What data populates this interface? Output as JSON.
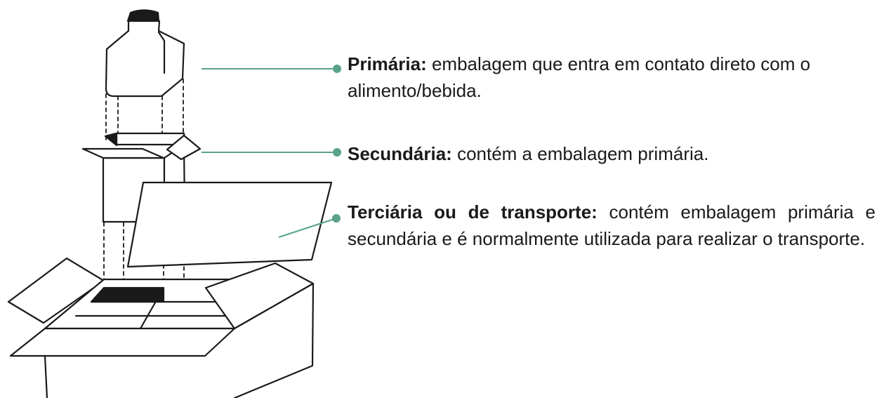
{
  "colors": {
    "leader": "#5aa388",
    "ink": "#1a1a1a",
    "fill_dark": "#1a1a1a"
  },
  "labels": {
    "primary": {
      "term": "Primária:",
      "text": "embalagem que entra em contato direto com o alimento/bebida."
    },
    "secondary": {
      "term": "Secundária:",
      "text": "contém a embalagem primária."
    },
    "tertiary": {
      "term": "Terciária ou de transporte:",
      "text": "contém embalagem primária e secundária e é normalmente utilizada para realizar o transporte."
    }
  }
}
